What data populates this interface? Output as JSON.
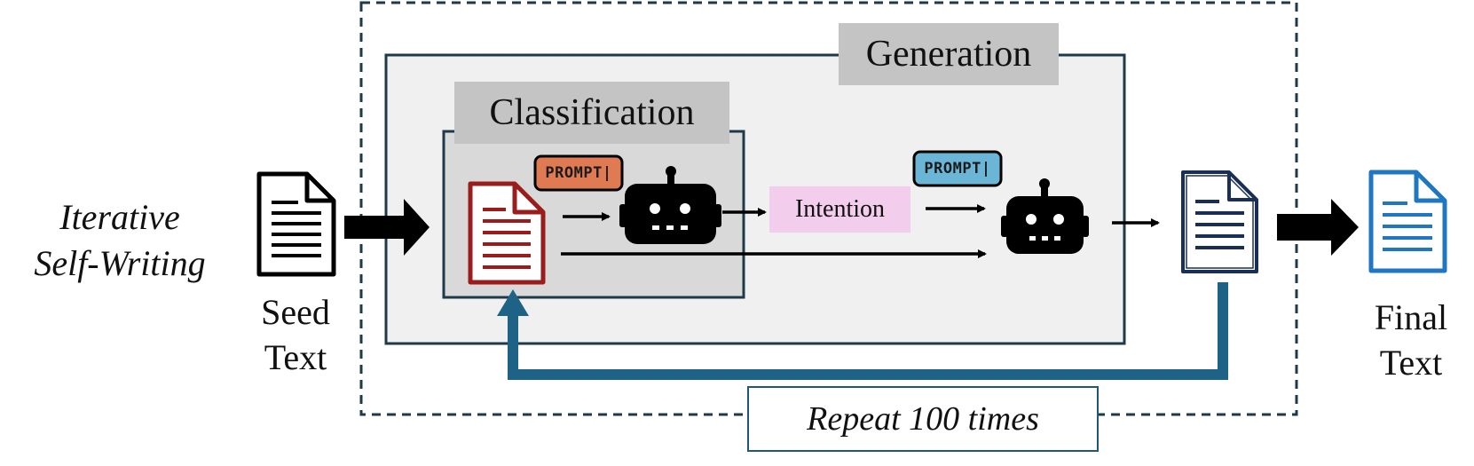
{
  "diagram": {
    "process_title_line1": "Iterative",
    "process_title_line2": "Self-Writing",
    "seed_label_line1": "Seed",
    "seed_label_line2": "Text",
    "final_label_line1": "Final",
    "final_label_line2": "Text",
    "generation_label": "Generation",
    "classification_label": "Classification",
    "intention_label": "Intention",
    "prompt_tag": "PROMPT|",
    "repeat_label": "Repeat 100 times"
  },
  "colors": {
    "outer_dashed_border": "#1e3a4a",
    "generation_fill": "#f0f0f0",
    "classification_fill": "#d9d9d9",
    "label_box_fill": "#c4c4c4",
    "intention_fill": "#f2cdec",
    "prompt_orange": "#e07a52",
    "prompt_blue": "#6bb6d6",
    "feedback_arrow": "#1e6285",
    "red_document": "#9b1c1c",
    "navy_document": "#1a2f55",
    "blue_document": "#1f77c2"
  }
}
